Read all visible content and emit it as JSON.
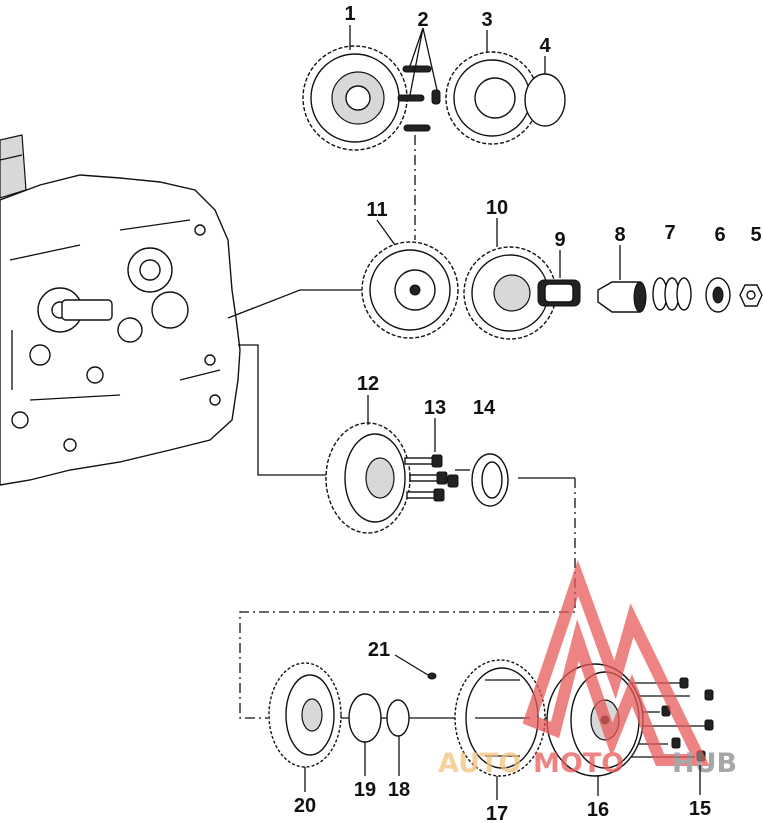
{
  "callouts": [
    {
      "id": "1",
      "label": "1"
    },
    {
      "id": "2",
      "label": "2"
    },
    {
      "id": "3",
      "label": "3"
    },
    {
      "id": "4",
      "label": "4"
    },
    {
      "id": "5",
      "label": "5"
    },
    {
      "id": "6",
      "label": "6"
    },
    {
      "id": "7",
      "label": "7"
    },
    {
      "id": "8",
      "label": "8"
    },
    {
      "id": "9",
      "label": "9"
    },
    {
      "id": "10",
      "label": "10"
    },
    {
      "id": "11",
      "label": "11"
    },
    {
      "id": "12",
      "label": "12"
    },
    {
      "id": "13",
      "label": "13"
    },
    {
      "id": "14",
      "label": "14"
    },
    {
      "id": "15",
      "label": "15"
    },
    {
      "id": "16",
      "label": "16"
    },
    {
      "id": "17",
      "label": "17"
    },
    {
      "id": "18",
      "label": "18"
    },
    {
      "id": "19",
      "label": "19"
    },
    {
      "id": "20",
      "label": "20"
    },
    {
      "id": "21",
      "label": "21"
    }
  ],
  "watermark": {
    "part1": "AUTO",
    "part2": "MOTO",
    "part3": "HUB",
    "color_orange": "#f5c27a",
    "color_red": "#e85a5a",
    "color_gray": "#8a8a8a"
  }
}
